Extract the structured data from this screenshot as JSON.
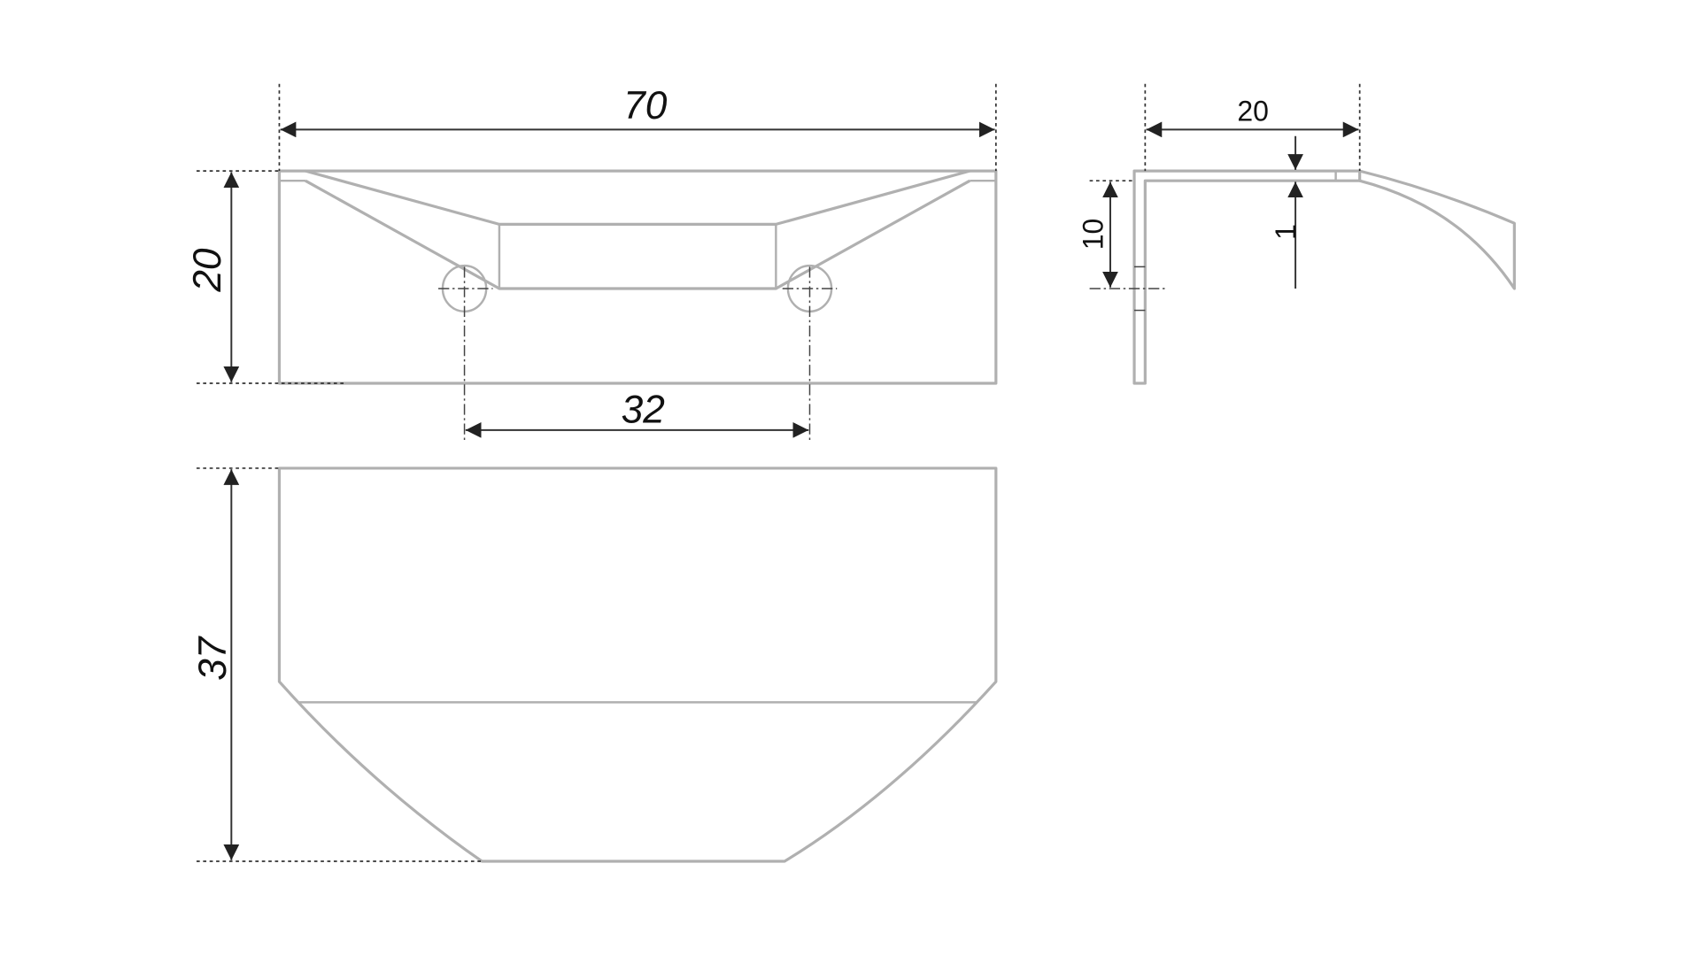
{
  "drawing": {
    "front_view": {
      "width_label": "70",
      "height_label": "20",
      "hole_spacing_label": "32"
    },
    "top_view": {
      "depth_label": "37"
    },
    "side_view": {
      "projection_label": "20",
      "hole_height_label": "10",
      "thickness_label": "1"
    },
    "colors": {
      "part_outline": "#b0b0b0",
      "dimension": "#333333"
    }
  }
}
